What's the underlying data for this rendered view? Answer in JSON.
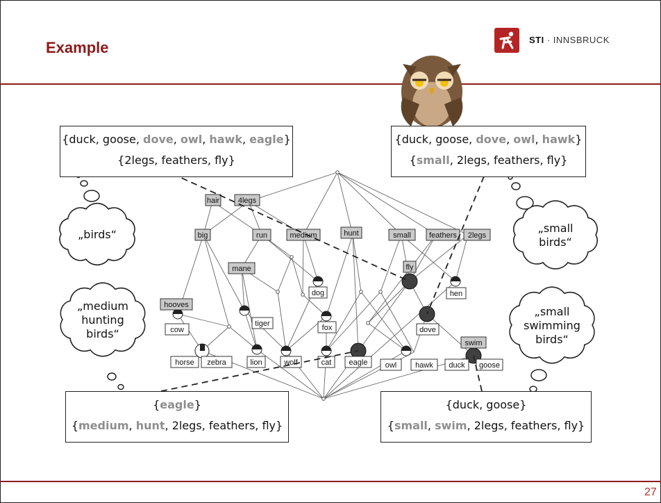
{
  "slide": {
    "title": "Example",
    "page_number": "27"
  },
  "logo": {
    "brand": "STI",
    "separator": " · ",
    "place": "INNSBRUCK"
  },
  "boxes": {
    "top_left": {
      "extent_parts": [
        {
          "t": "{duck, goose, ",
          "g": false
        },
        {
          "t": "dove",
          "g": true
        },
        {
          "t": ", ",
          "g": false
        },
        {
          "t": "owl",
          "g": true
        },
        {
          "t": ", ",
          "g": false
        },
        {
          "t": "hawk",
          "g": true
        },
        {
          "t": ", ",
          "g": false
        },
        {
          "t": "eagle",
          "g": true
        },
        {
          "t": "}",
          "g": false
        }
      ],
      "intent_parts": [
        {
          "t": "{2legs, feathers, fly}",
          "g": false
        }
      ]
    },
    "top_right": {
      "extent_parts": [
        {
          "t": "{duck, goose, ",
          "g": false
        },
        {
          "t": "dove",
          "g": true
        },
        {
          "t": ", ",
          "g": false
        },
        {
          "t": "owl",
          "g": true
        },
        {
          "t": ", ",
          "g": false
        },
        {
          "t": "hawk",
          "g": true
        },
        {
          "t": "}",
          "g": false
        }
      ],
      "intent_parts": [
        {
          "t": "{",
          "g": false
        },
        {
          "t": "small",
          "g": true
        },
        {
          "t": ", 2legs, feathers, fly}",
          "g": false
        }
      ]
    },
    "bottom_left": {
      "extent_parts": [
        {
          "t": "{",
          "g": false
        },
        {
          "t": "eagle",
          "g": true
        },
        {
          "t": "}",
          "g": false
        }
      ],
      "intent_parts": [
        {
          "t": "{",
          "g": false
        },
        {
          "t": "medium",
          "g": true
        },
        {
          "t": ", ",
          "g": false
        },
        {
          "t": "hunt",
          "g": true
        },
        {
          "t": ", 2legs, feathers, fly}",
          "g": false
        }
      ]
    },
    "bottom_right": {
      "extent_parts": [
        {
          "t": "{duck, goose}",
          "g": false
        }
      ],
      "intent_parts": [
        {
          "t": "{",
          "g": false
        },
        {
          "t": "small",
          "g": true
        },
        {
          "t": ", ",
          "g": false
        },
        {
          "t": "swim",
          "g": true
        },
        {
          "t": ", 2legs, feathers, fly}",
          "g": false
        }
      ]
    }
  },
  "clouds": {
    "birds": [
      "„birds“"
    ],
    "medium_hunting_birds": [
      "„medium",
      "hunting",
      "birds“"
    ],
    "small_birds": [
      "„small",
      "birds“"
    ],
    "small_swimming_birds": [
      "„small",
      "swimming",
      "birds“"
    ]
  },
  "lattice": {
    "attributes": [
      "hair",
      "4legs",
      "big",
      "run",
      "medium",
      "hunt",
      "small",
      "feathers",
      "2legs",
      "mane",
      "fly",
      "hooves",
      "swim"
    ],
    "objects": [
      "dog",
      "hen",
      "tiger",
      "fox",
      "cow",
      "dove",
      "horse",
      "zebra",
      "lion",
      "wolf",
      "cat",
      "eagle",
      "owl",
      "hawk",
      "duck",
      "goose"
    ]
  },
  "colors": {
    "accent": "#8b1a1a",
    "highlight_fill": "#404040",
    "attr_fill": "#c9c9c9",
    "grey_text": "#8e8e8e"
  }
}
